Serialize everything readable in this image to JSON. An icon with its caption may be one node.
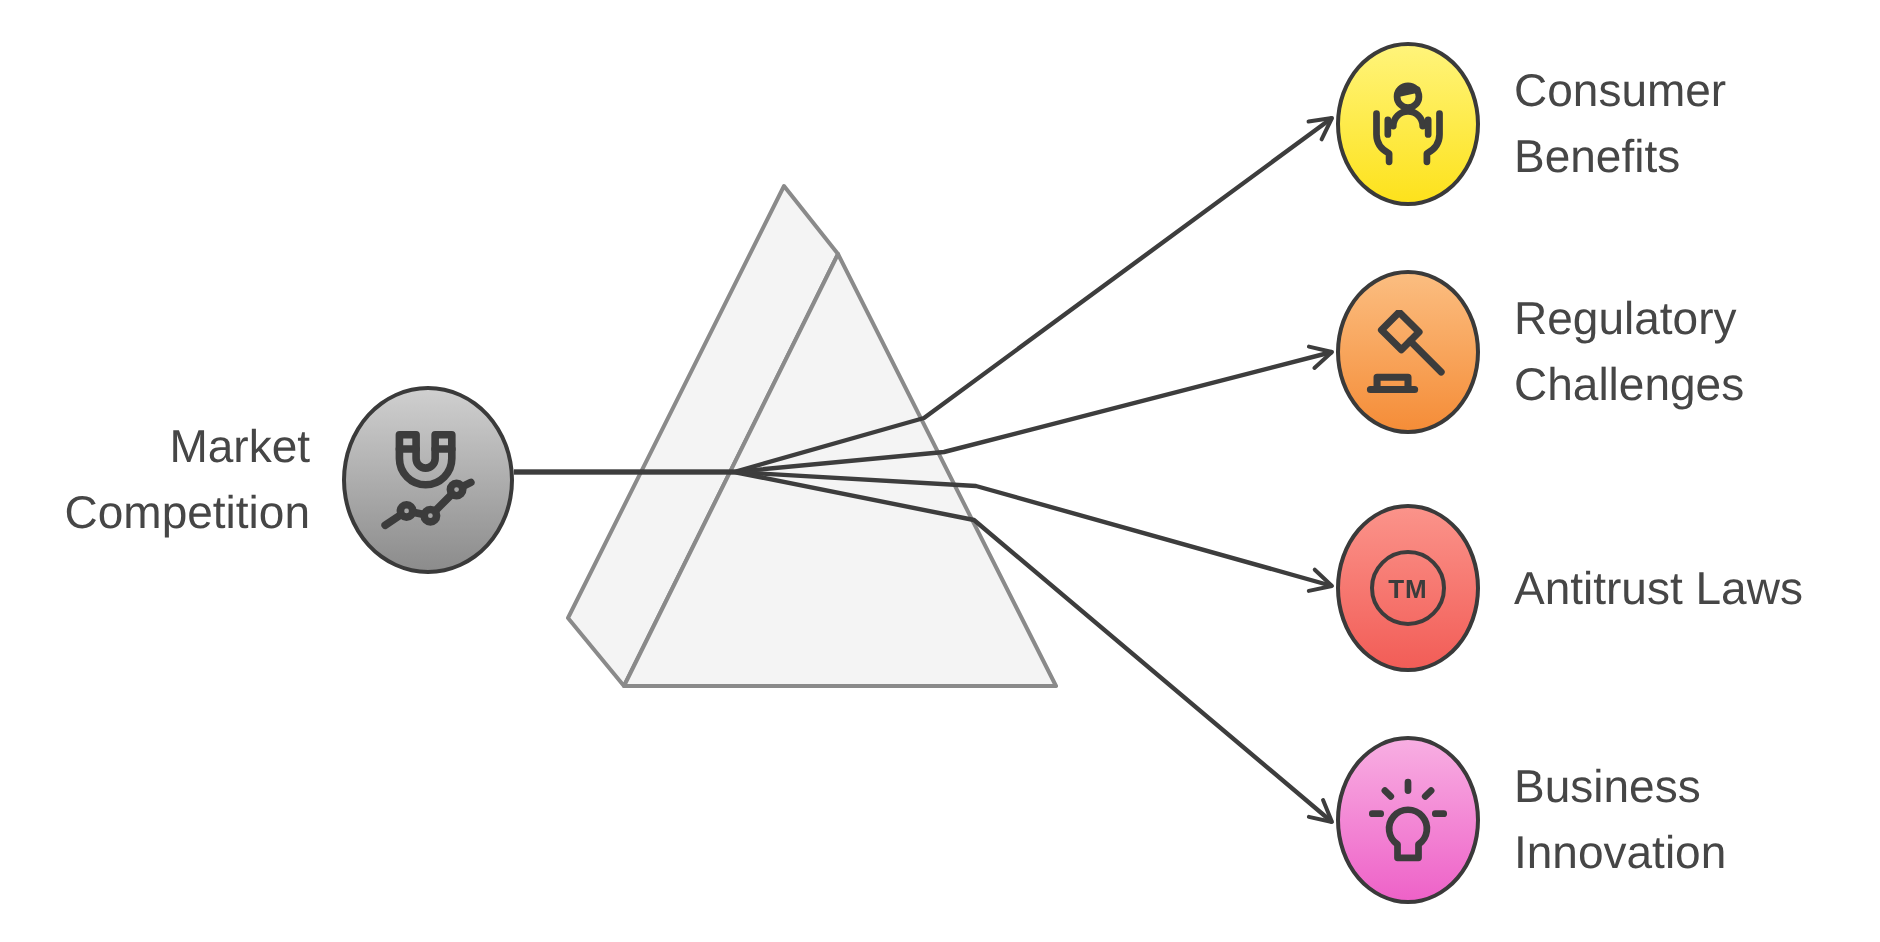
{
  "diagram": {
    "nodes": [
      {
        "text": [
          "Market Competition"
        ]
      },
      {
        "text": [
          "Consumer Benefits"
        ]
      },
      {
        "text": [
          "Regulatory Challenges"
        ]
      },
      {
        "text": [
          "Antitrust Laws"
        ]
      },
      {
        "text": [
          "Business Innovation"
        ]
      }
    ],
    "edges": [
      {
        "from": 0,
        "to": 1,
        "arrow": "to"
      },
      {
        "from": 0,
        "to": 2,
        "arrow": "to"
      },
      {
        "from": 0,
        "to": 3,
        "arrow": "to"
      },
      {
        "from": 0,
        "to": 4,
        "arrow": "to"
      }
    ],
    "labels": [
      "TM"
    ]
  }
}
